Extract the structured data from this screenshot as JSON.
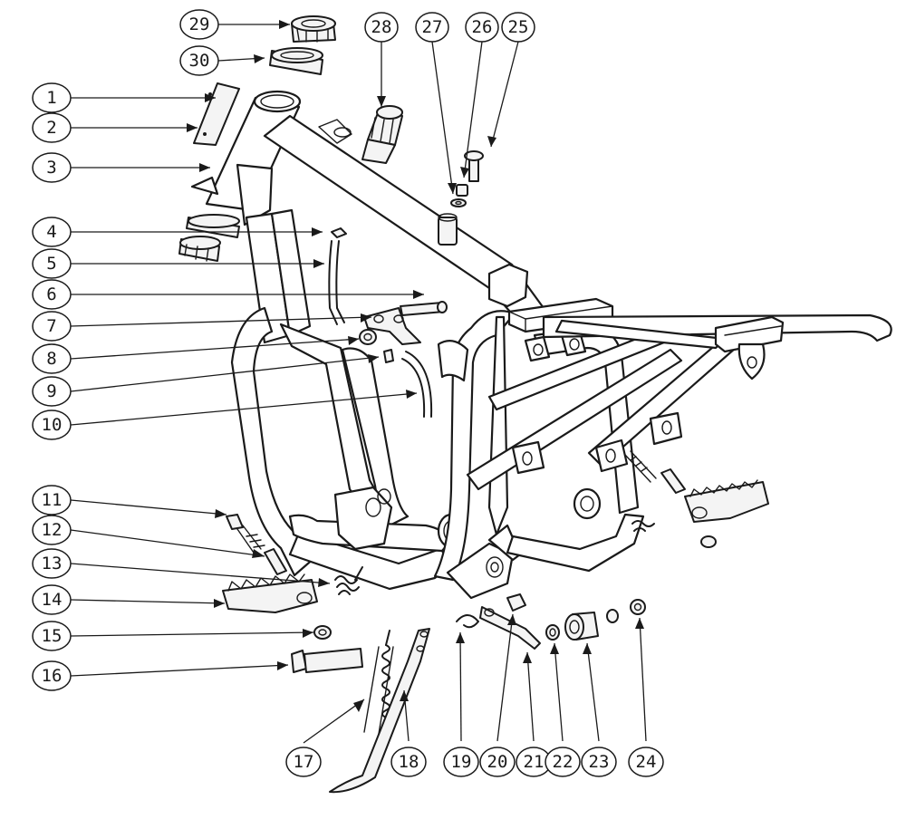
{
  "diagram": {
    "callouts": [
      {
        "id": "1",
        "label": "1"
      },
      {
        "id": "2",
        "label": "2"
      },
      {
        "id": "3",
        "label": "3"
      },
      {
        "id": "4",
        "label": "4"
      },
      {
        "id": "5",
        "label": "5"
      },
      {
        "id": "6",
        "label": "6"
      },
      {
        "id": "7",
        "label": "7"
      },
      {
        "id": "8",
        "label": "8"
      },
      {
        "id": "9",
        "label": "9"
      },
      {
        "id": "10",
        "label": "10"
      },
      {
        "id": "11",
        "label": "11"
      },
      {
        "id": "12",
        "label": "12"
      },
      {
        "id": "13",
        "label": "13"
      },
      {
        "id": "14",
        "label": "14"
      },
      {
        "id": "15",
        "label": "15"
      },
      {
        "id": "16",
        "label": "16"
      },
      {
        "id": "17",
        "label": "17"
      },
      {
        "id": "18",
        "label": "18"
      },
      {
        "id": "19",
        "label": "19"
      },
      {
        "id": "20",
        "label": "20"
      },
      {
        "id": "21",
        "label": "21"
      },
      {
        "id": "22",
        "label": "22"
      },
      {
        "id": "23",
        "label": "23"
      },
      {
        "id": "24",
        "label": "24"
      },
      {
        "id": "25",
        "label": "25"
      },
      {
        "id": "26",
        "label": "26"
      },
      {
        "id": "27",
        "label": "27"
      },
      {
        "id": "28",
        "label": "28"
      },
      {
        "id": "29",
        "label": "29"
      },
      {
        "id": "30",
        "label": "30"
      }
    ],
    "colors": {
      "ink": "#1a1a1a",
      "paper": "#ffffff",
      "fill": "#f4f4f4"
    }
  }
}
